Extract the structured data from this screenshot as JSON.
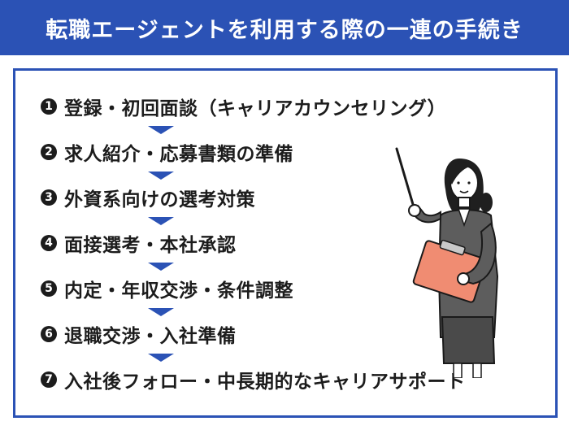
{
  "header": {
    "title": "転職エージェントを利用する際の一連の手続き"
  },
  "steps": [
    {
      "num": "1",
      "label": "登録・初回面談（キャリアカウンセリング）"
    },
    {
      "num": "2",
      "label": "求人紹介・応募書類の準備"
    },
    {
      "num": "3",
      "label": "外資系向けの選考対策"
    },
    {
      "num": "4",
      "label": "面接選考・本社承認"
    },
    {
      "num": "5",
      "label": "内定・年収交渉・条件調整"
    },
    {
      "num": "6",
      "label": "退職交渉・入社準備"
    },
    {
      "num": "7",
      "label": "入社後フォロー・中長期的なキャリアサポート"
    }
  ],
  "colors": {
    "accent": "#2b52b5",
    "text": "#1c1c1c",
    "background": "#ffffff"
  },
  "illustration": {
    "icon": "businesswoman-with-pointer-and-clipboard-icon"
  }
}
